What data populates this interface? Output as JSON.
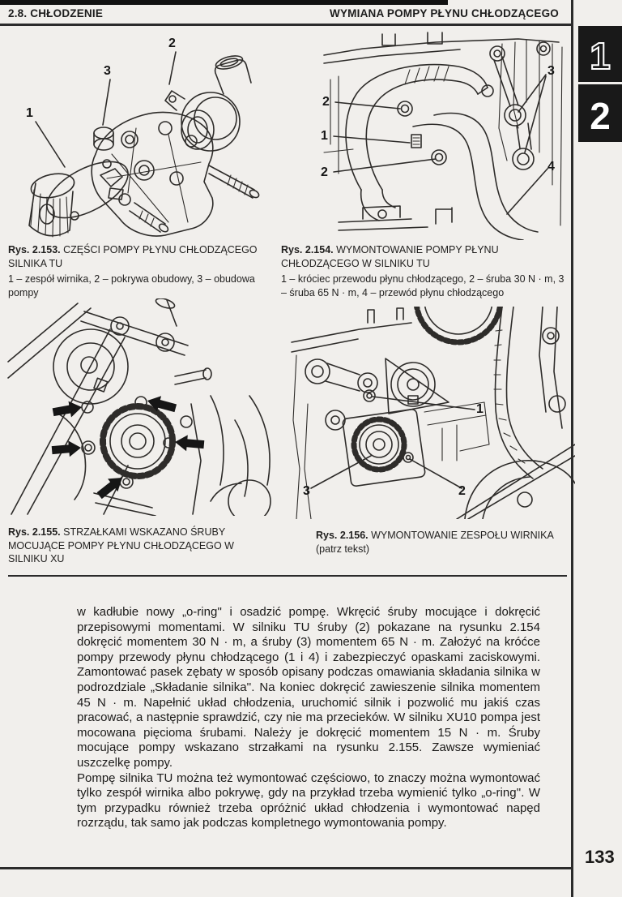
{
  "header": {
    "left_title": "2.8. CHŁODZENIE",
    "right_title": "WYMIANA POMPY PŁYNU CHŁODZĄCEGO"
  },
  "side_tabs": [
    {
      "label": "1"
    },
    {
      "label": "2"
    }
  ],
  "figures": [
    {
      "label": "Rys. 2.153.",
      "title": "CZĘŚCI POMPY PŁYNU CHŁODZĄCEGO SILNIKA TU",
      "legend": "1 – zespół wirnika, 2 – pokrywa obudowy, 3 – obudowa pompy",
      "callouts": [
        "1",
        "2",
        "3"
      ]
    },
    {
      "label": "Rys. 2.154.",
      "title": "WYMONTOWANIE POMPY PŁYNU CHŁODZĄCEGO W SILNIKU TU",
      "legend": "1 – króciec przewodu płynu chłodzącego, 2 – śruba 30 N · m, 3 – śruba 65 N · m, 4 – przewód płynu chłodzącego",
      "callouts": [
        "2",
        "1",
        "2",
        "3",
        "4"
      ]
    },
    {
      "label": "Rys. 2.155.",
      "title": "STRZAŁKAMI WSKAZANO ŚRUBY MOCUJĄCE POMPY PŁYNU CHŁODZĄCEGO W SILNIKU XU",
      "legend": "",
      "callouts": []
    },
    {
      "label": "Rys. 2.156.",
      "title": "WYMONTOWANIE ZESPOŁU WIRNIKA",
      "title_suffix": "(patrz tekst)",
      "legend": "",
      "callouts": [
        "1",
        "3",
        "2"
      ]
    }
  ],
  "body": {
    "paragraphs": [
      "w kadłubie nowy „o-ring'' i osadzić pompę. Wkręcić śruby mocujące i dokręcić przepisowymi momentami. W silniku TU śruby (2) pokazane na rysunku 2.154 dokręcić momentem 30 N · m, a śruby (3) momentem 65 N · m. Założyć na króćce pompy przewody płynu chłodzącego (1 i 4) i zabezpieczyć opaskami zaciskowymi. Zamontować pasek zębaty w sposób opisany podczas omawiania składania silnika w podrozdziale „Składanie silnika''. Na koniec dokręcić zawieszenie silnika momentem 45 N · m. Napełnić układ chłodzenia, uruchomić silnik i pozwolić mu jakiś czas pracować, a następnie sprawdzić, czy nie ma przecieków. W silniku XU10 pompa jest mocowana pięcioma śrubami. Należy je dokręcić momentem 15 N · m. Śruby mocujące pompy wskazano strzałkami na rysunku 2.155. Zawsze wymieniać uszczelkę pompy.",
      "Pompę silnika TU można też wymontować częściowo, to znaczy można wymontować tylko zespół wirnika albo pokrywę, gdy na przykład trzeba wymienić tylko „o-ring''. W tym przypadku również trzeba opróżnić układ chłodzenia i wymontować napęd rozrządu, tak samo jak podczas kompletnego wymontowania pompy."
    ]
  },
  "page": {
    "number": "133"
  }
}
